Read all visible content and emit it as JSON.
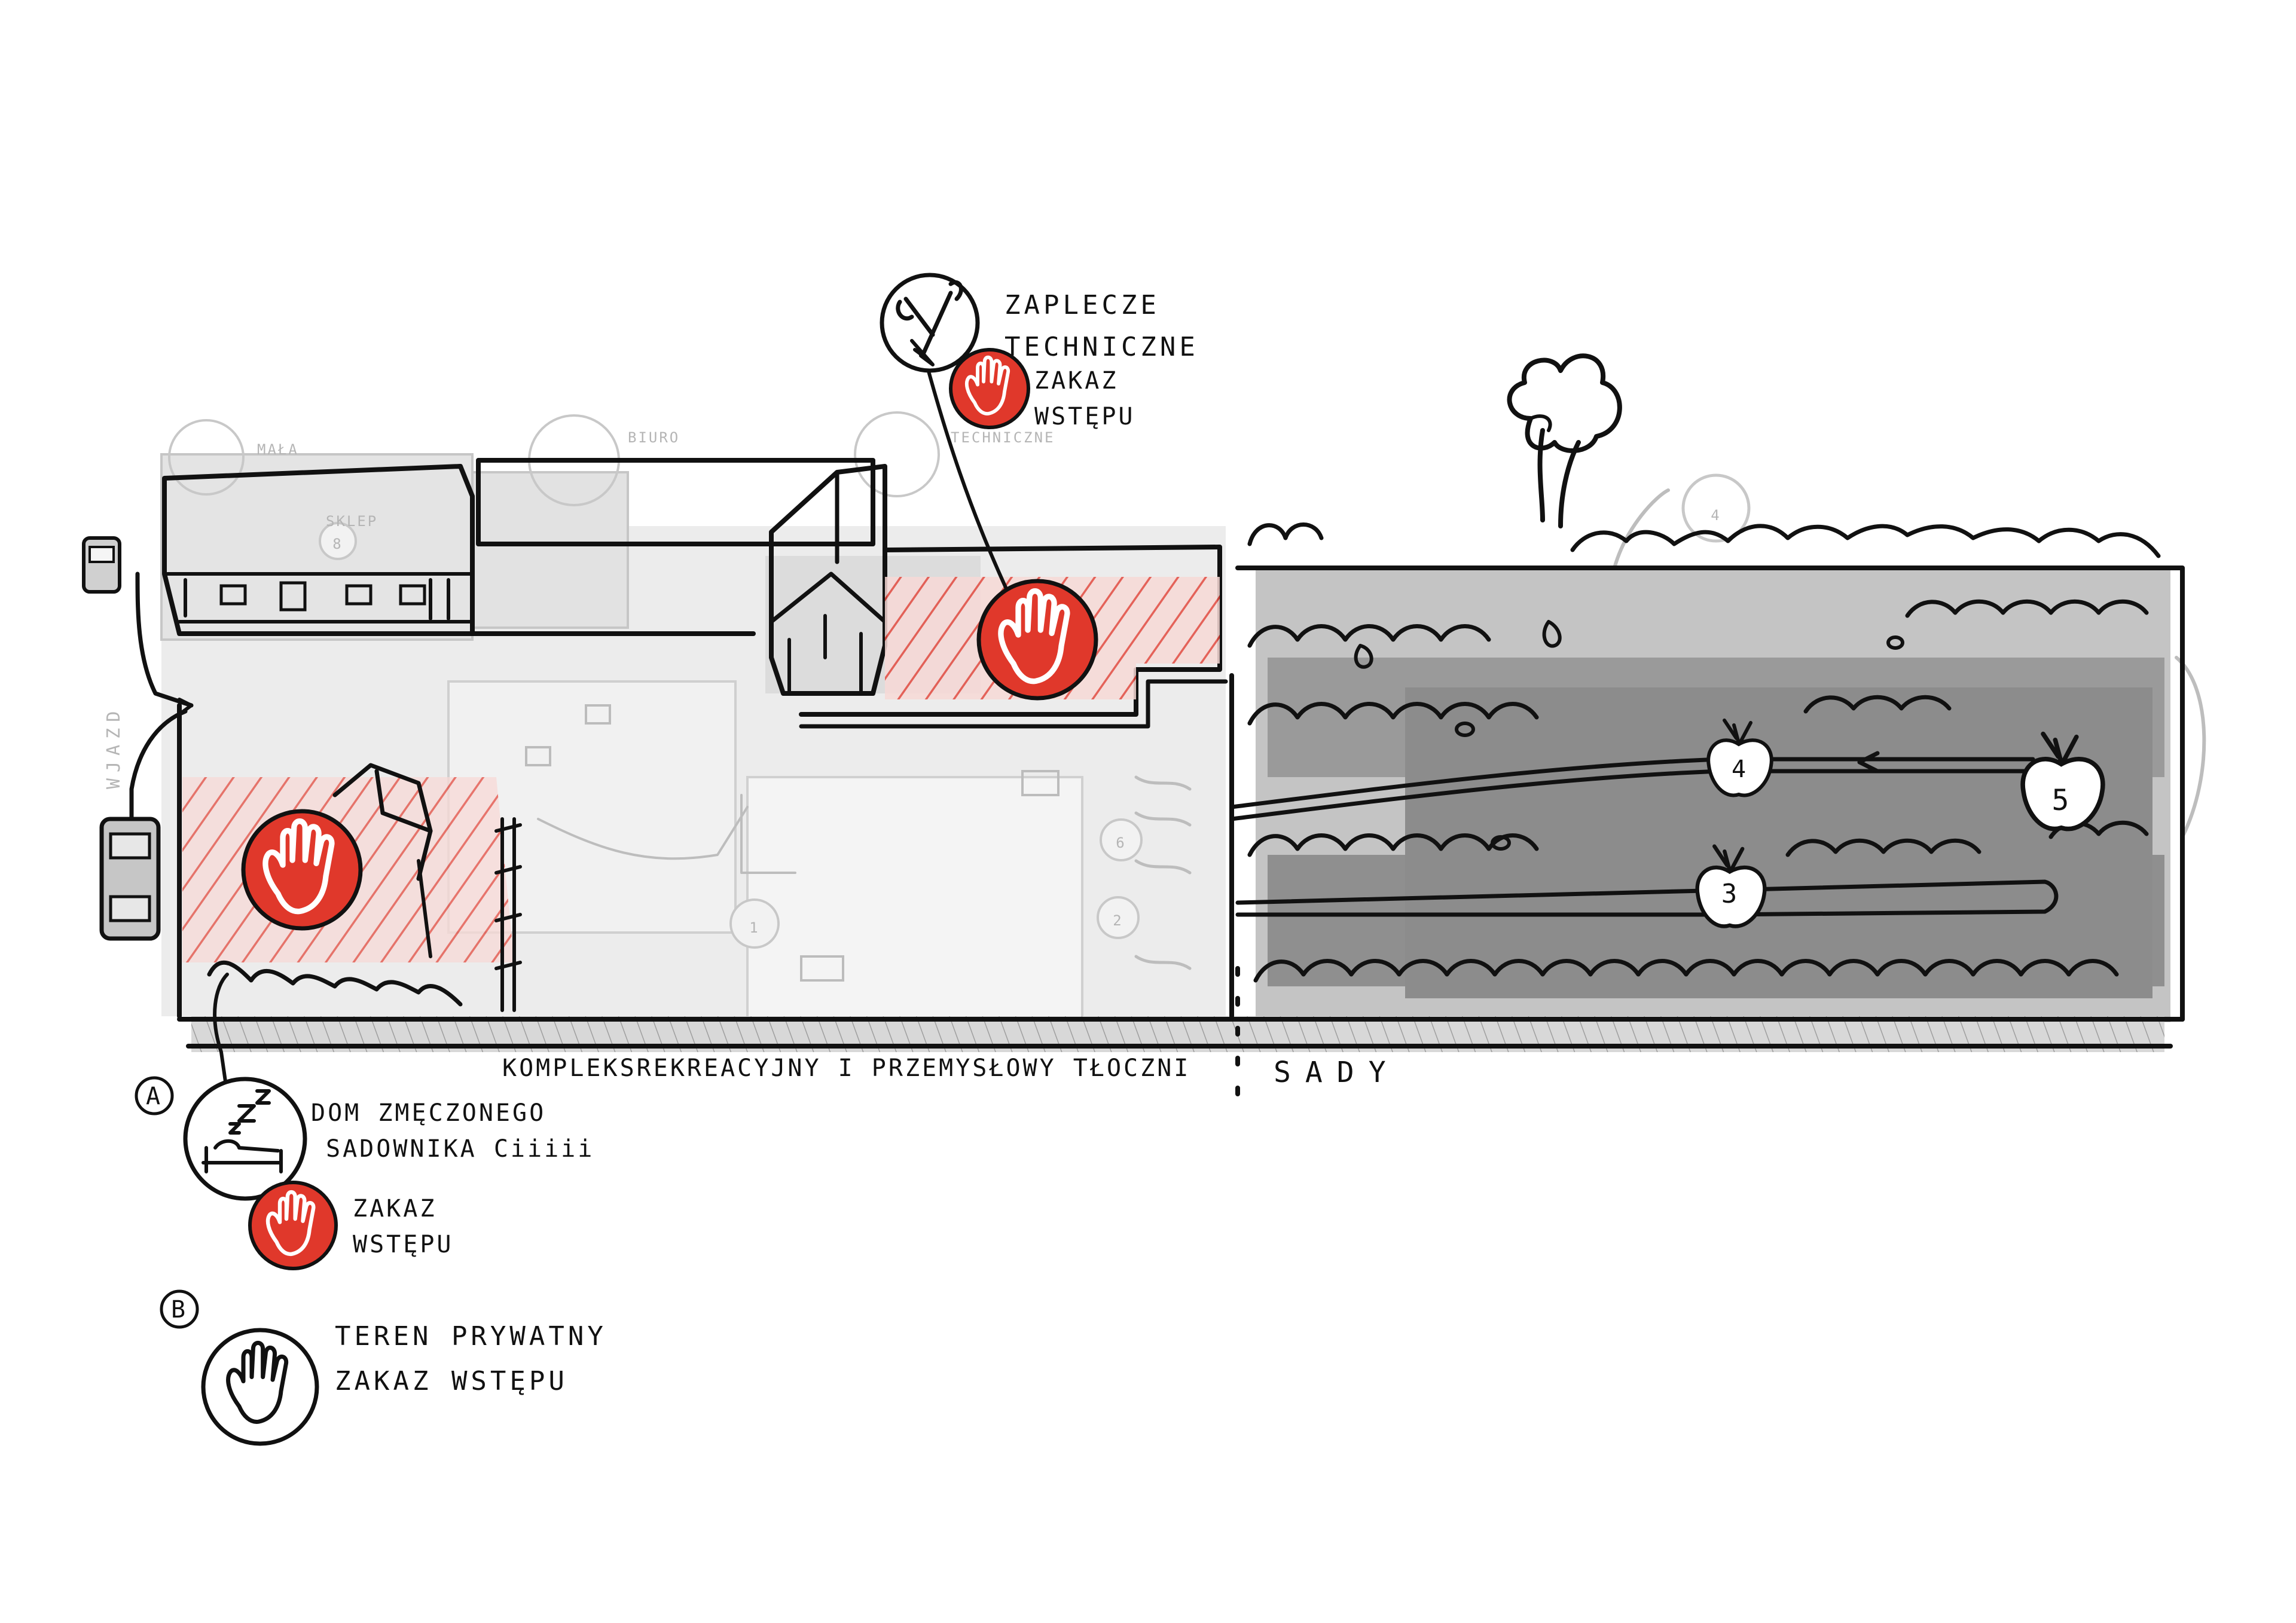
{
  "colors": {
    "ink": "#111111",
    "warning_red": "#e0382b",
    "hatch_red": "#e34a3f",
    "orchard_shade": "#8c8c8c",
    "complex_shade": "#e9e9e9",
    "background": "#ffffff"
  },
  "labels": {
    "technical": [
      "ZAPLECZE",
      "TECHNICZNE"
    ],
    "technical_no_entry": [
      "ZAKAZ",
      "WSTĘPU"
    ],
    "complex": "KOMPLEKSREKREACYJNY I PRZEMYSŁOWY TŁOCZNI",
    "orchards": "SADY",
    "entrance": "WJAZD",
    "house": [
      "DOM ZMĘCZONEGO",
      "SADOWNIKA Ciiiii"
    ],
    "house_no_entry": [
      "ZAKAZ",
      "WSTĘPU"
    ],
    "legend_a": "A",
    "legend_b": "B",
    "legend_private": [
      "TEREN PRYWATNY",
      "ZAKAZ WSTĘPU"
    ],
    "faint_mala": "MAŁA",
    "faint_biuro": "BIURO",
    "faint_sklep": "SKLEP",
    "faint_technical": "TECHNICZNE"
  },
  "stations": [
    "1",
    "2",
    "3",
    "4",
    "5",
    "6",
    "8"
  ],
  "icons": [
    "no-entry-hand-icon",
    "wrench-screwdriver-icon",
    "sleeping-bed-icon",
    "apple-icon",
    "tree-icon",
    "car-icon"
  ]
}
